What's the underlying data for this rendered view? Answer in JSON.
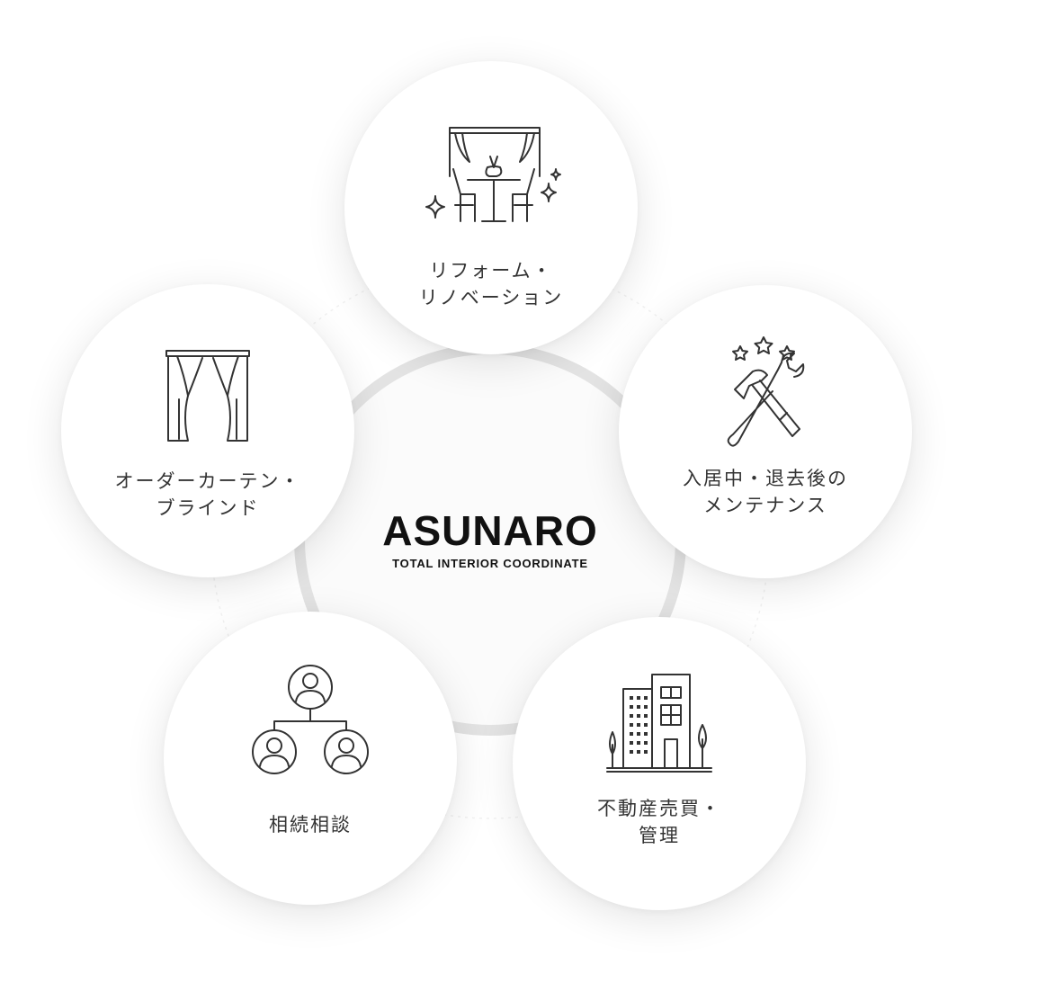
{
  "logo": {
    "title": "ASUNARO",
    "tagline": "TOTAL INTERIOR COORDINATE"
  },
  "services": [
    {
      "line1": "リフォーム・",
      "line2": "リノベーション",
      "icon": "dining-room-icon"
    },
    {
      "line1": "入居中・退去後の",
      "line2": "メンテナンス",
      "icon": "tools-icon"
    },
    {
      "line1": "不動産売買・",
      "line2": "管理",
      "icon": "building-icon"
    },
    {
      "line1": "相続相談",
      "line2": "",
      "icon": "family-tree-icon"
    },
    {
      "line1": "オーダーカーテン・",
      "line2": "ブラインド",
      "icon": "curtain-icon"
    }
  ],
  "colors": {
    "ring": "#e3e3e3",
    "text": "#333333",
    "logo": "#111111"
  }
}
